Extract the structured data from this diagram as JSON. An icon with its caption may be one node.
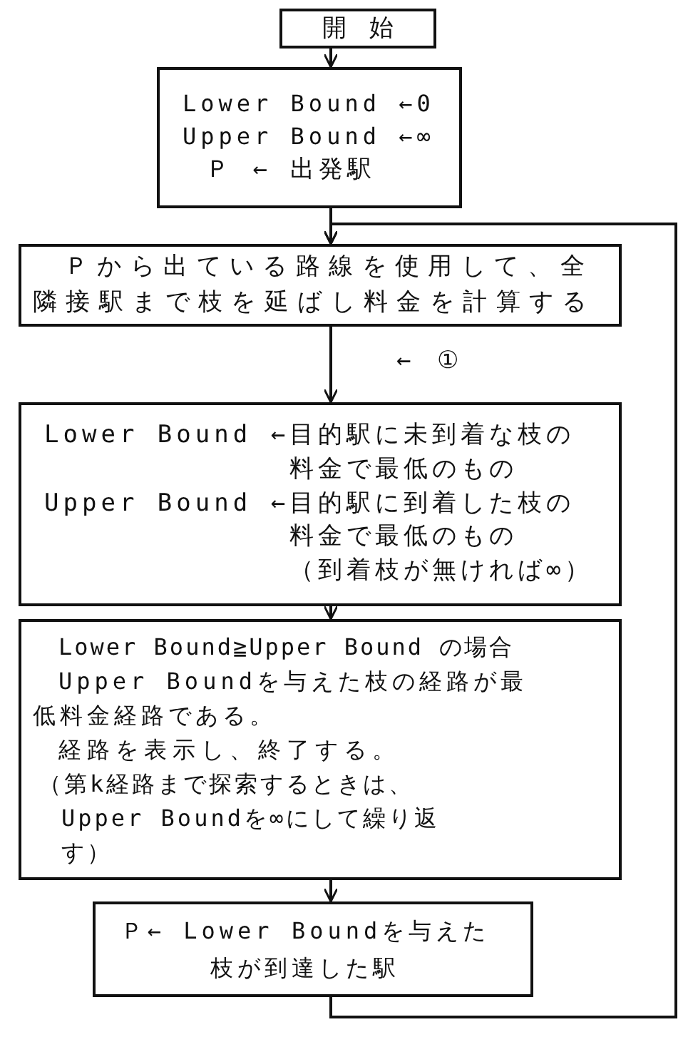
{
  "diagram": {
    "nodes": [
      {
        "text": [
          "開始"
        ]
      },
      {
        "text": [
          "Lower Bound ←0",
          "Upper Bound ←∞",
          "Ｐ ← 出発駅"
        ]
      },
      {
        "text": [
          "Ｐから出ている路線を使用して、全隣接駅まで枝を延ばし料金を計算する"
        ]
      },
      {
        "text": [
          "Lower Bound ←目的駅に未到着な枝の料金で最低のもの",
          "Upper Bound ←目的駅に到着した枝の料金で最低のもの",
          "（到着枝が無ければ∞）"
        ]
      },
      {
        "text": [
          "Lower Bound≧Upper Bound の場合",
          "Upper Boundを与えた枝の経路が最低料金経路である。",
          "経路を表示し、終了する。",
          "（第k経路まで探索するときは、Upper Boundを∞にして繰り返す）"
        ]
      },
      {
        "text": [
          "Ｐ← Lower Boundを与えた枝が到達した駅"
        ]
      }
    ],
    "edges": [
      {
        "from": 0,
        "to": 1,
        "arrow": "to"
      },
      {
        "from": 1,
        "to": 2,
        "arrow": "to"
      },
      {
        "from": 2,
        "to": 3,
        "arrow": "to"
      },
      {
        "from": 3,
        "to": 4,
        "arrow": "to"
      },
      {
        "from": 4,
        "to": 5,
        "arrow": "to"
      },
      {
        "from": 5,
        "to": 2,
        "arrow": "to"
      }
    ],
    "labels": [
      "← ①"
    ]
  }
}
